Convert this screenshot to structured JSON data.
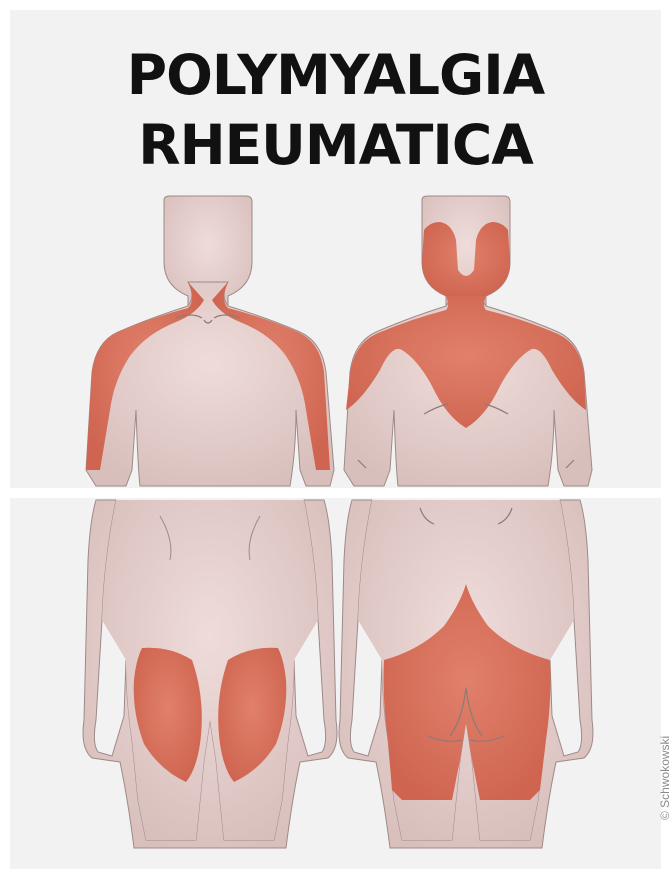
{
  "title": {
    "line1": "POLYMYALGIA",
    "line2": "RHEUMATICA"
  },
  "credit": "© Schwokowski",
  "colors": {
    "background": "#f3f2f2",
    "skin": "#e6cfcd",
    "skin_shade": "#d6bab7",
    "outline": "#9d8a88",
    "affected": "#d9735f",
    "divider": "#ffffff"
  },
  "panels": [
    {
      "view": "upper body front",
      "affected_area": "neck and shoulders"
    },
    {
      "view": "upper body back",
      "affected_area": "neck, shoulders and upper back"
    },
    {
      "view": "lower body front",
      "affected_area": "thighs / hips"
    },
    {
      "view": "lower body back",
      "affected_area": "hips and buttocks"
    }
  ]
}
